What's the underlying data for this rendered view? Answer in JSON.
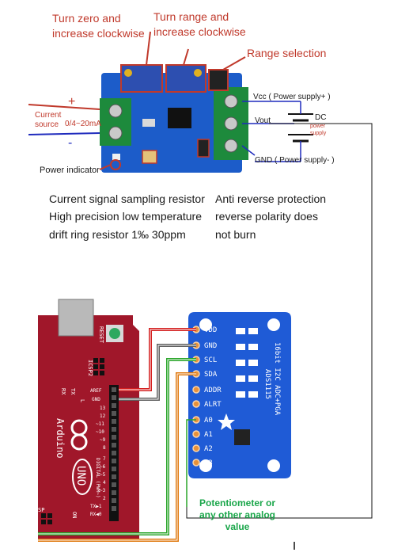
{
  "annotations": {
    "turn_zero": "Turn zero and increase clockwise",
    "turn_range": "Turn range and increase clockwise",
    "range_selection": "Range selection",
    "current_source": "Current source",
    "current_range": "0/4~20mA",
    "plus": "+",
    "minus": "-",
    "power_indicator": "Power indicator",
    "vcc": "Vcc ( Power supply+ )",
    "vout": "Vout",
    "dc": "DC",
    "power_supply": "power supply",
    "gnd": "GND ( Power supply- )",
    "sampling_resistor": "Current signal sampling resistor High precision low temperature drift ring resistor 1‰ 30ppm",
    "anti_reverse": "Anti reverse protection reverse polarity does not burn"
  },
  "adc_board": {
    "title": "16bit I2C ADC+PGA",
    "model": "ADS1115",
    "pins": [
      "VDD",
      "GND",
      "SCL",
      "SDA",
      "ADDR",
      "ALRT",
      "A0",
      "A1",
      "A2",
      "A3"
    ]
  },
  "arduino": {
    "name": "Arduino",
    "model": "UNO",
    "reset": "RESET",
    "icsp": "ICSP2",
    "aref": "AREF",
    "gnd": "GND",
    "digital_pins": [
      "13",
      "12",
      "~11",
      "~10",
      "~9",
      "8",
      "7",
      "~6",
      "~5",
      "4",
      "~3",
      "2",
      "TX▶1",
      "RX◀0"
    ],
    "digital_label": "DIGITAL (PWM~)",
    "rx": "RX",
    "tx": "TX",
    "l": "L",
    "on": "ON",
    "sp": "SP"
  },
  "potentiometer_note": "Potentiometer or any other analog value",
  "colors": {
    "wire_red": "#d42020",
    "wire_gray": "#606060",
    "wire_green": "#2aa52a",
    "wire_orange": "#e07a10",
    "board_blue": "#1f5bd6",
    "arduino_red": "#a0172a"
  }
}
